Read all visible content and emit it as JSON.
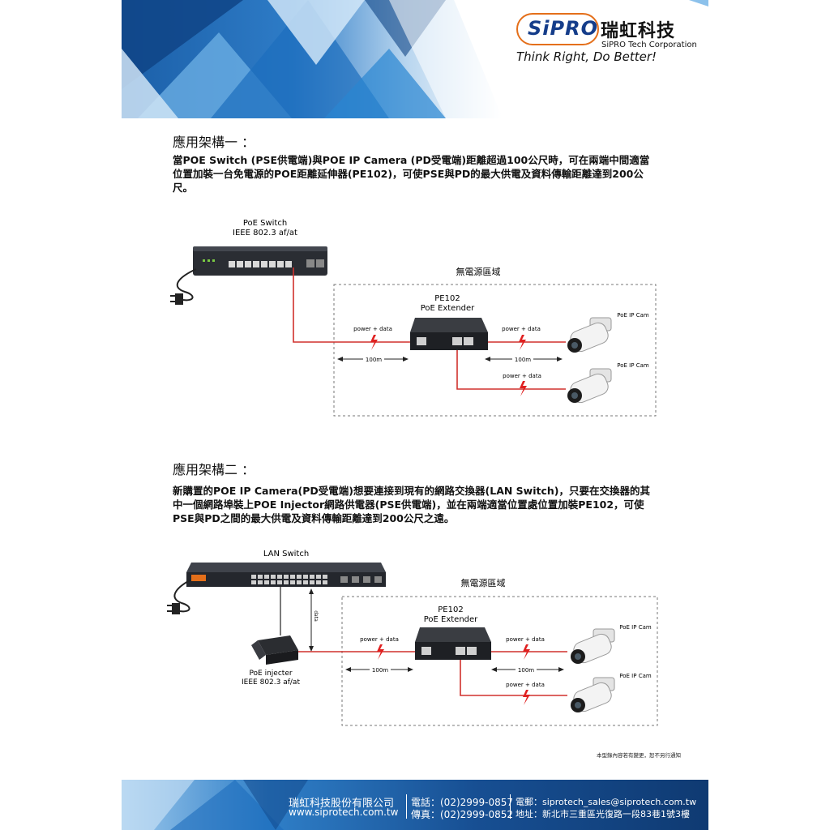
{
  "header": {
    "logo_text": "SiPRO",
    "company_cn": "瑞虹科技",
    "company_en": "SiPRO Tech Corporation",
    "slogan": "Think Right, Do Better!"
  },
  "section1": {
    "title": "應用架構一 ：",
    "paragraph": "當POE Switch (PSE供電端)與POE IP Camera (PD受電端)距離超過100公尺時，可在兩端中間適當位置加裝一台免電源的POE距離延伸器(PE102)，可使PSE與PD的最大供電及資料傳輸距離達到200公尺。",
    "diagram": {
      "switch_label_1": "PoE Switch",
      "switch_label_2": "IEEE 802.3 af/at",
      "zone_label": "無電源區域",
      "extender_label_1": "PE102",
      "extender_label_2": "PoE Extender",
      "power_data_left": "power + data",
      "power_data_right": "power + data",
      "power_data_lower": "power + data",
      "distance_left": "100m",
      "distance_right": "100m",
      "camera_1": "PoE IP Cam",
      "camera_2": "PoE IP Cam"
    }
  },
  "section2": {
    "title": "應用架構二 ：",
    "paragraph": "新購置的POE IP Camera(PD受電端)想要連接到現有的網路交換器(LAN Switch)，只要在交換器的其中一個網路埠裝上POE Injector網路供電器(PSE供電端)，並在兩端適當位置處位置加裝PE102，可使PSE與PD之間的最大供電及資料傳輸距離達到200公尺之遠。",
    "diagram": {
      "switch_label": "LAN Switch",
      "zone_label": "無電源區域",
      "extender_label_1": "PE102",
      "extender_label_2": "PoE Extender",
      "data_label": "data",
      "injector_label_1": "PoE injecter",
      "injector_label_2": "IEEE 802.3 af/at",
      "power_data_left": "power + data",
      "power_data_right": "power + data",
      "power_data_lower": "power + data",
      "distance_left": "100m",
      "distance_right": "100m",
      "camera_1": "PoE IP Cam",
      "camera_2": "PoE IP Cam"
    }
  },
  "note": "本型錄內容若有變更，恕不另行通知",
  "footer": {
    "company": "瑞虹科技股份有限公司",
    "website": "www.siprotech.com.tw",
    "phone": "電話：(02)2999-0857",
    "fax": "傳真：(02)2999-0852",
    "email": "電郵：siprotech_sales@siprotech.com.tw",
    "address": "地址：新北市三重區光復路一段83巷1號3樓"
  },
  "colors": {
    "header_blue": "#1b5fa8",
    "footer_blue": "#123f7a",
    "accent_orange": "#e46f1a",
    "cable_red": "#d0312d",
    "spark_red": "#e02020"
  }
}
